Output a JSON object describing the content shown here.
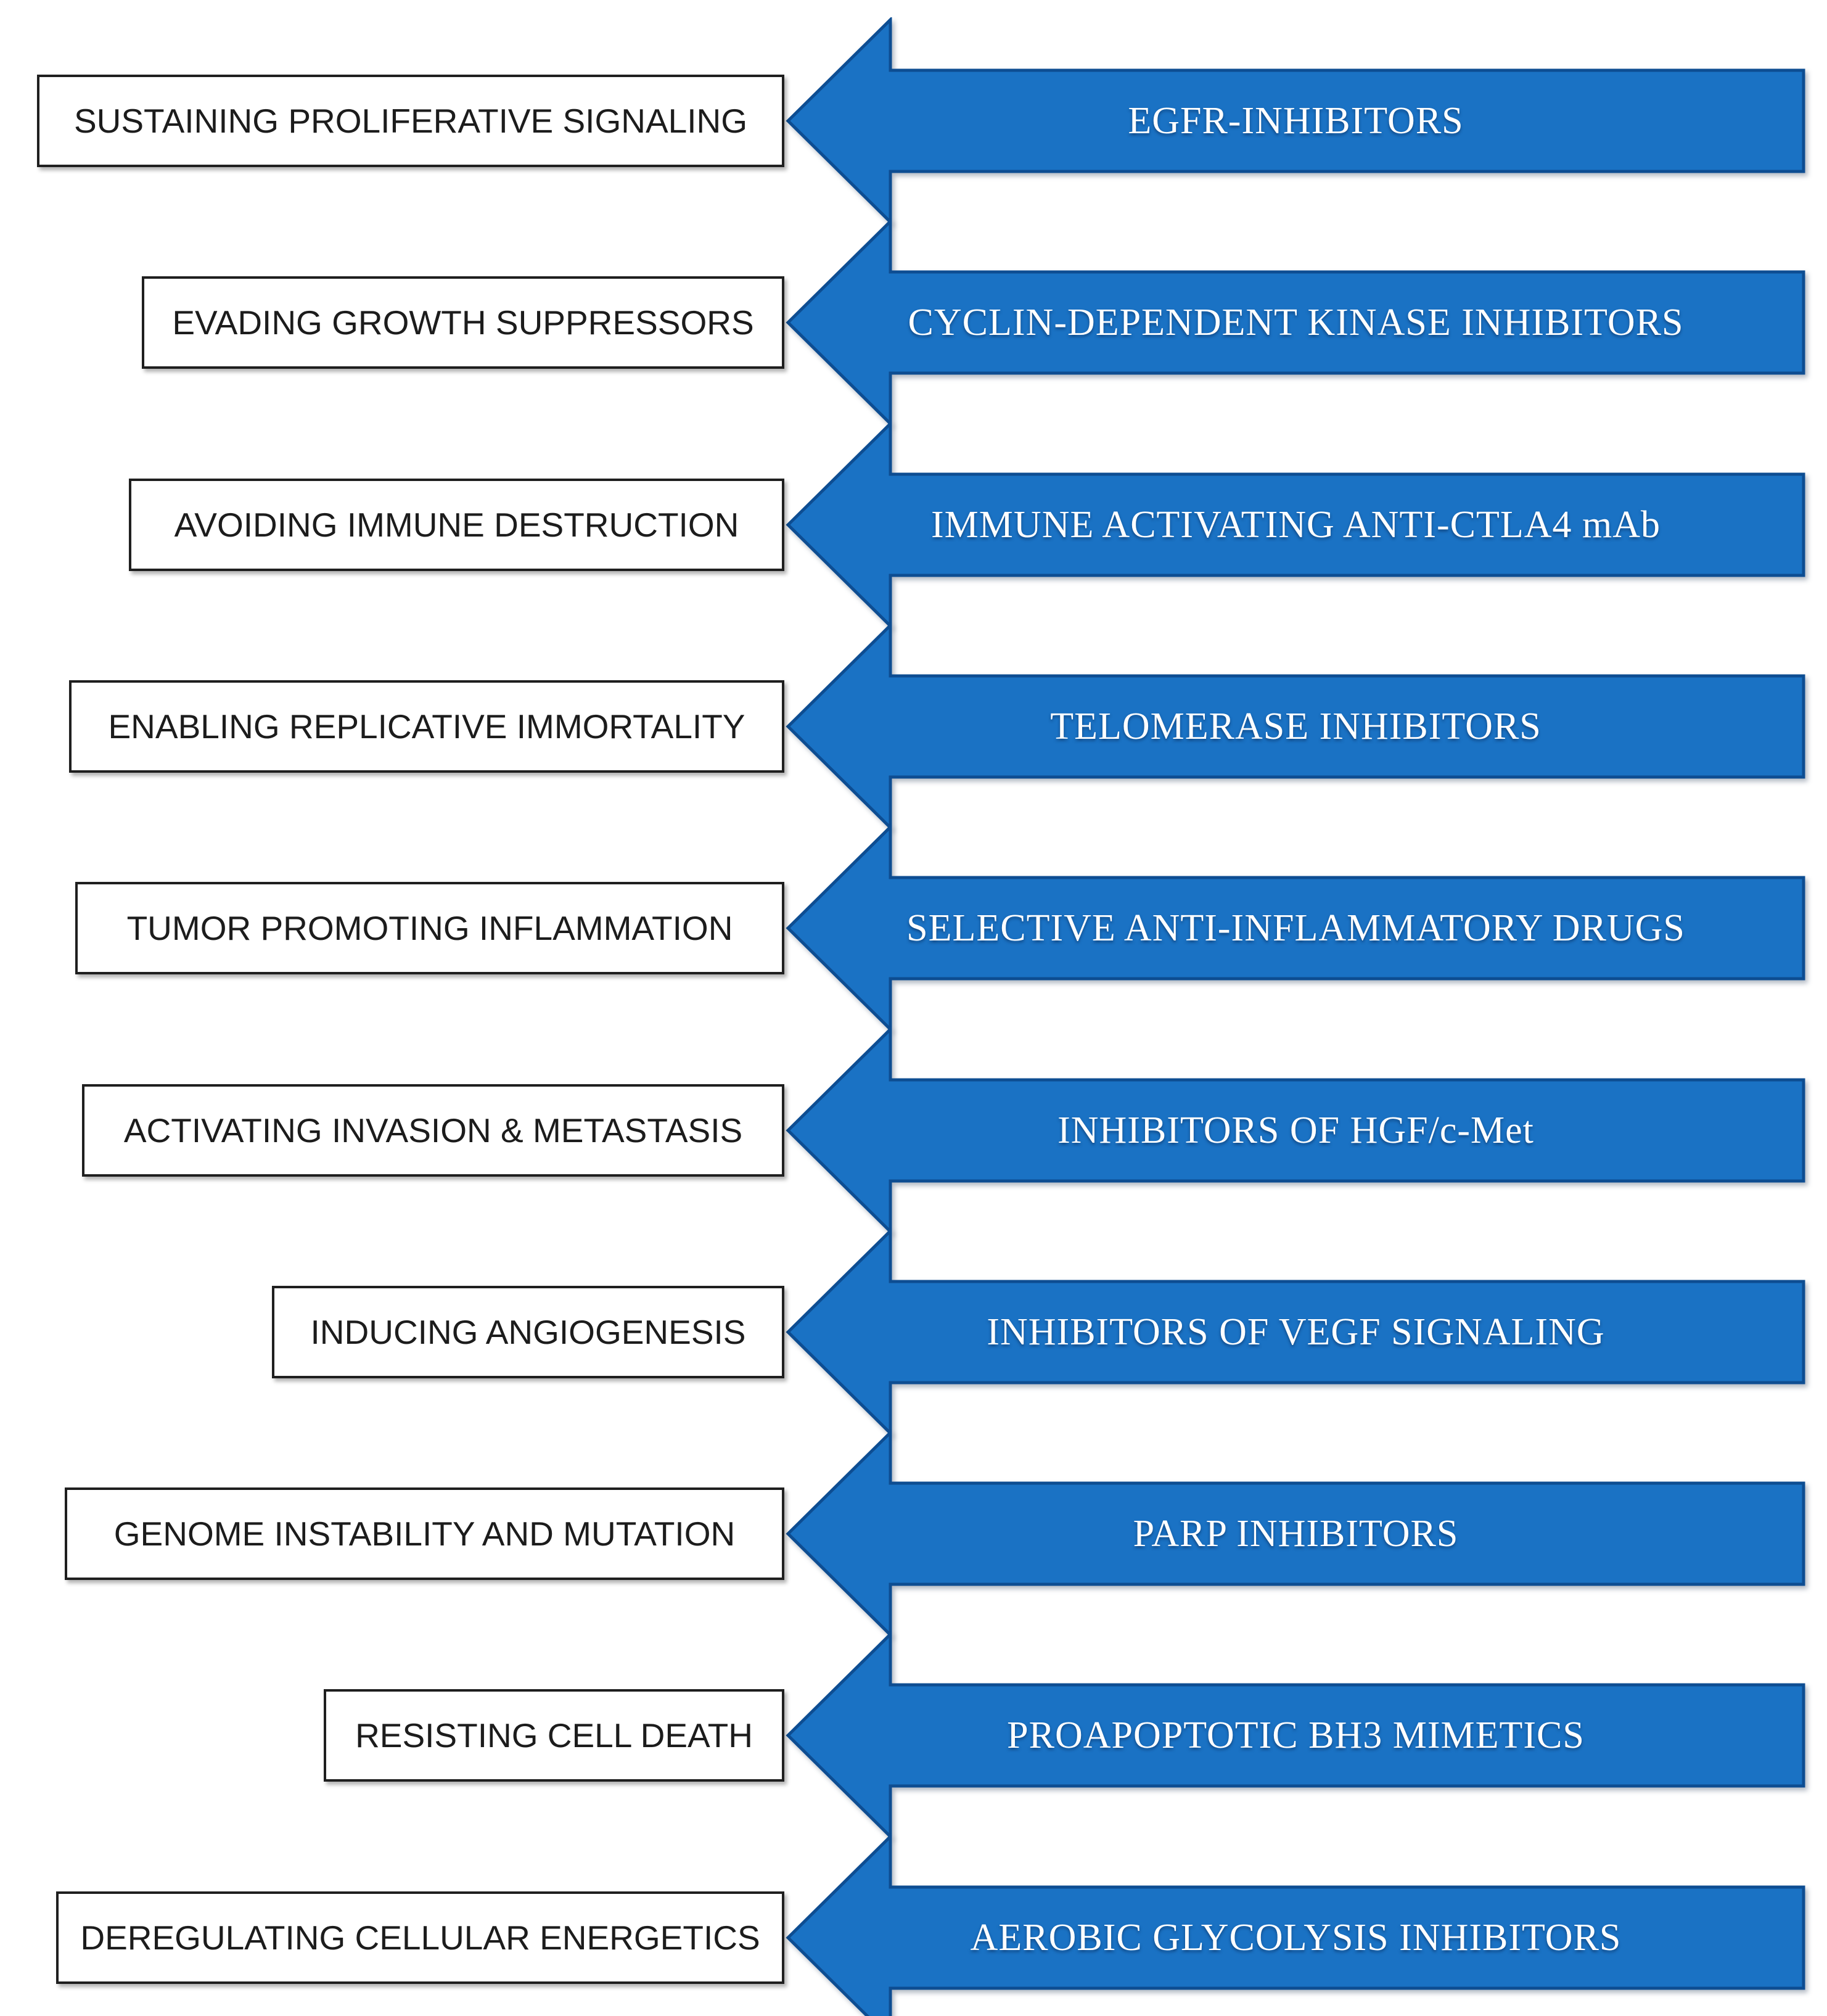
{
  "diagram": {
    "title": "",
    "colors": {
      "arrow_fill": "#1a72c4",
      "arrow_border": "#0d4d92",
      "box_fill": "#ffffff",
      "box_border": "#1f1f1f",
      "hallmark_text": "#1c1c1c",
      "therapy_text": "#ffffff",
      "page_bg": "#ffffff"
    },
    "rows": [
      {
        "hallmark": "SUSTAINING PROLIFERATIVE SIGNALING",
        "therapy": "EGFR-INHIBITORS"
      },
      {
        "hallmark": "EVADING GROWTH SUPPRESSORS",
        "therapy": "CYCLIN-DEPENDENT KINASE INHIBITORS"
      },
      {
        "hallmark": "AVOIDING IMMUNE DESTRUCTION",
        "therapy": "IMMUNE ACTIVATING ANTI-CTLA4 mAb"
      },
      {
        "hallmark": "ENABLING REPLICATIVE IMMORTALITY",
        "therapy": "TELOMERASE INHIBITORS"
      },
      {
        "hallmark": "TUMOR PROMOTING INFLAMMATION",
        "therapy": "SELECTIVE ANTI-INFLAMMATORY DRUGS"
      },
      {
        "hallmark": "ACTIVATING INVASION & METASTASIS",
        "therapy": "INHIBITORS OF HGF/c-Met"
      },
      {
        "hallmark": "INDUCING ANGIOGENESIS",
        "therapy": "INHIBITORS OF VEGF SIGNALING"
      },
      {
        "hallmark": "GENOME INSTABILITY AND MUTATION",
        "therapy": "PARP INHIBITORS"
      },
      {
        "hallmark": "RESISTING CELL DEATH",
        "therapy": "PROAPOPTOTIC BH3 MIMETICS"
      },
      {
        "hallmark": "DEREGULATING CELLULAR ENERGETICS",
        "therapy": "AEROBIC GLYCOLYSIS INHIBITORS"
      }
    ]
  }
}
